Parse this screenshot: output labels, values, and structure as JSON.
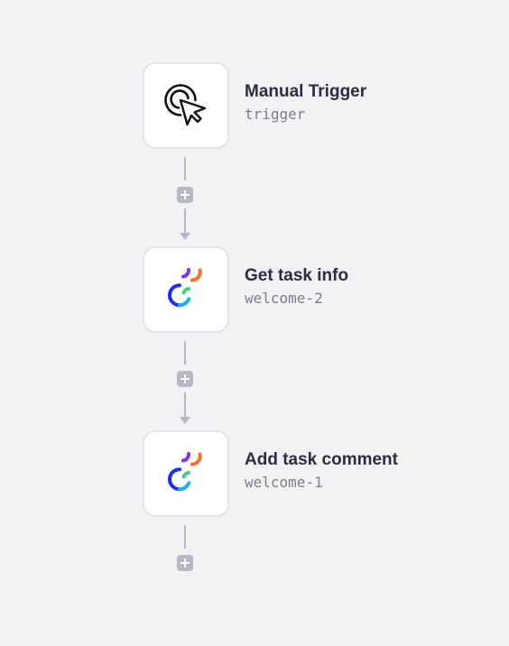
{
  "nodes": [
    {
      "title": "Manual Trigger",
      "subtitle": "trigger",
      "icon": "cursor-click-icon"
    },
    {
      "title": "Get task info",
      "subtitle": "welcome-2",
      "icon": "optimizely-logo-icon"
    },
    {
      "title": "Add task comment",
      "subtitle": "welcome-1",
      "icon": "optimizely-logo-icon"
    }
  ],
  "colors": {
    "canvas_background": "#f2f2f5",
    "node_border": "#e4e4e8",
    "connector": "#b7b8c6",
    "title_text": "#2b2d42",
    "subtitle_text": "#7b7d8f",
    "logo_purple": "#7a35f5",
    "logo_orange": "#ff6f2c",
    "logo_green": "#3fd17a",
    "logo_blue": "#1a2ff5",
    "logo_cyan": "#19b0ee"
  }
}
